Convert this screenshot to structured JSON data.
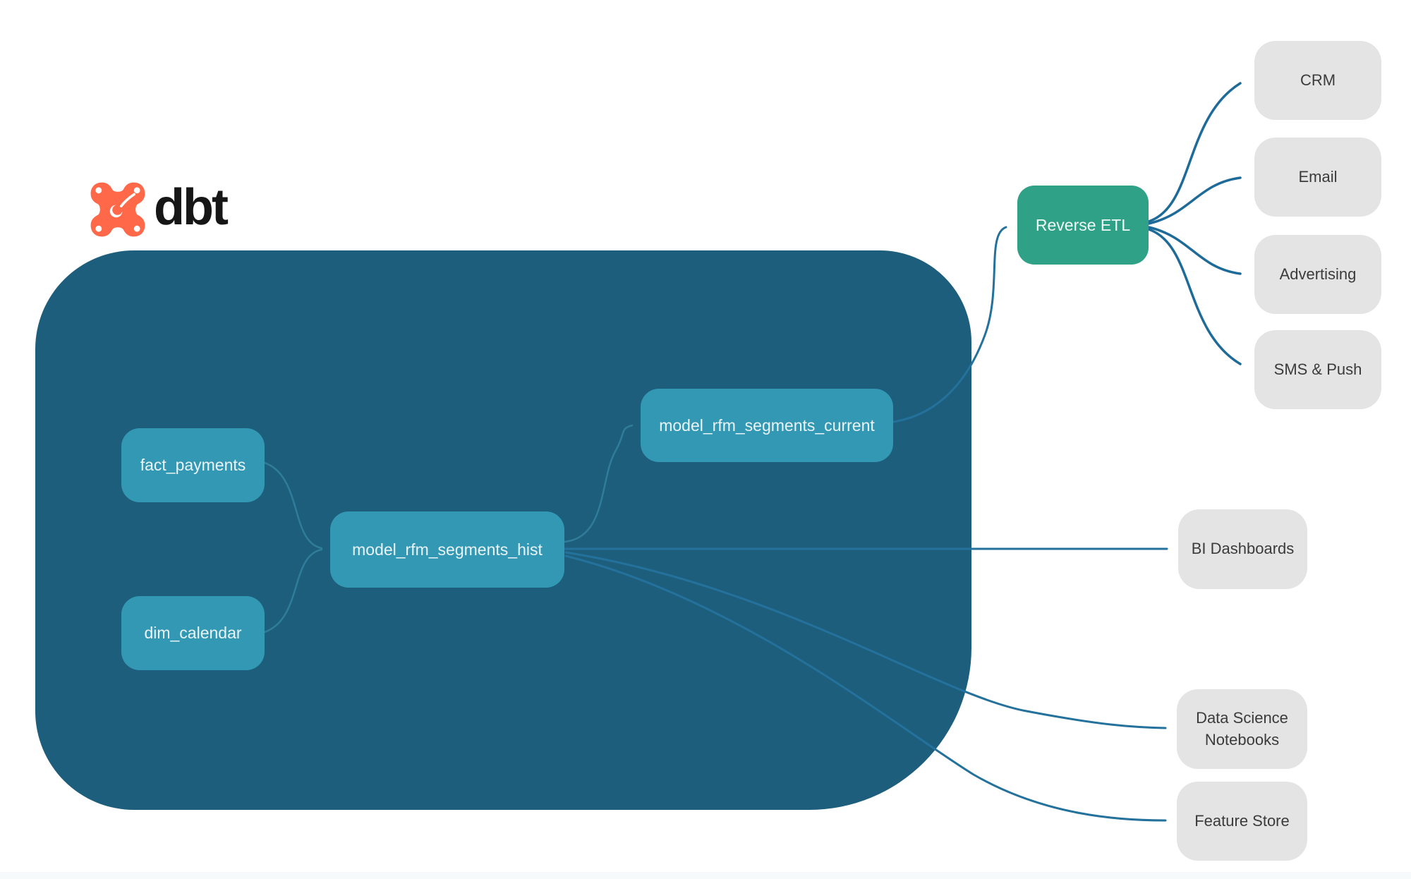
{
  "logo": {
    "brand": "dbt"
  },
  "nodes": {
    "fact_payments": "fact_payments",
    "dim_calendar": "dim_calendar",
    "model_rfm_segments_hist": "model_rfm_segments_hist",
    "model_rfm_segments_current": "model_rfm_segments_current",
    "reverse_etl": "Reverse ETL",
    "crm": "CRM",
    "email": "Email",
    "advertising": "Advertising",
    "sms_push": "SMS & Push",
    "bi_dashboards": "BI Dashboards",
    "data_science_notebooks": "Data Science\nNotebooks",
    "feature_store": "Feature Store"
  },
  "edges": [
    {
      "from": "fact_payments",
      "to": "model_rfm_segments_hist"
    },
    {
      "from": "dim_calendar",
      "to": "model_rfm_segments_hist"
    },
    {
      "from": "model_rfm_segments_hist",
      "to": "model_rfm_segments_current"
    },
    {
      "from": "model_rfm_segments_hist",
      "to": "bi_dashboards"
    },
    {
      "from": "model_rfm_segments_hist",
      "to": "data_science_notebooks"
    },
    {
      "from": "model_rfm_segments_hist",
      "to": "feature_store"
    },
    {
      "from": "model_rfm_segments_current",
      "to": "reverse_etl"
    },
    {
      "from": "reverse_etl",
      "to": "crm"
    },
    {
      "from": "reverse_etl",
      "to": "email"
    },
    {
      "from": "reverse_etl",
      "to": "advertising"
    },
    {
      "from": "reverse_etl",
      "to": "sms_push"
    }
  ],
  "colors": {
    "warehouse_bg": "#1d5e7c",
    "model_node": "#3398b3",
    "reverse_etl_node": "#2fa186",
    "destination_node": "#e4e4e4",
    "edge": "#24719c",
    "dbt_orange": "#ff694a"
  }
}
